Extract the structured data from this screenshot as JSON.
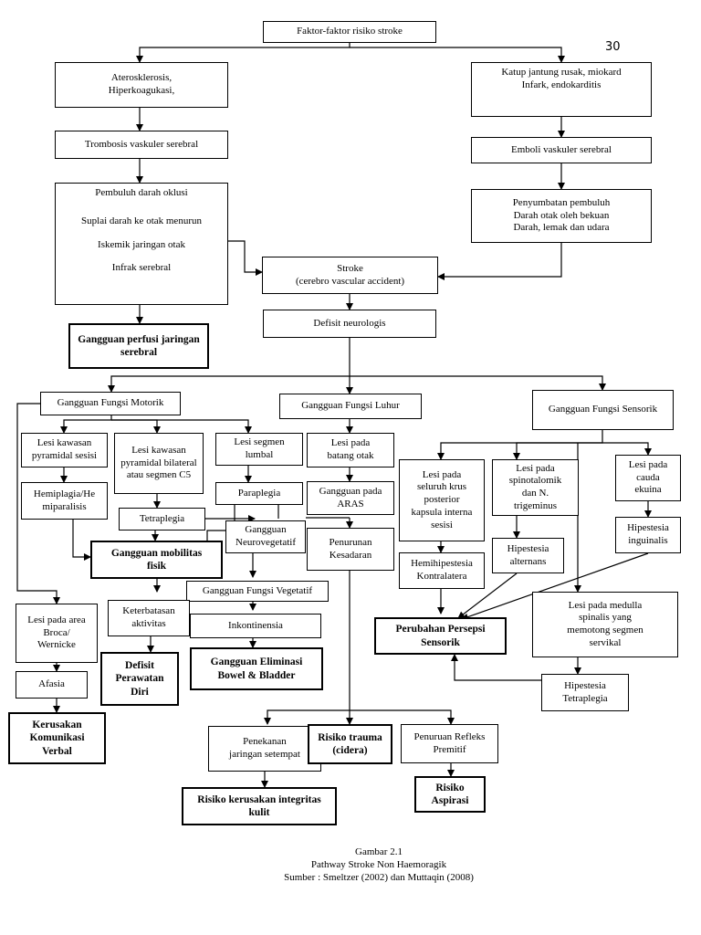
{
  "page_number": "30",
  "nodes": {
    "faktor": "Faktor-faktor risiko stroke",
    "ateros": "Aterosklerosis,\nHiperkoagukasi,",
    "katup": "Katup jantung rusak, miokard\nInfark, endokarditis",
    "trombosis": "Trombosis vaskuler serebral",
    "emboli": "Emboli vaskuler serebral",
    "pembuluh": "Pembuluh darah oklusi",
    "suplai": "Suplai darah ke otak menurun",
    "iskemik": "Iskemik jaringan otak",
    "infrak": "Infrak serebral",
    "penyumbatan": "Penyumbatan pembuluh\nDarah otak oleh bekuan\nDarah, lemak dan udara",
    "stroke": "Stroke\n(cerebro vascular accident)",
    "gangguan_perfusi": "Gangguan perfusi jaringan\nserebral",
    "defisit_neuro": "Defisit neurologis",
    "motorik": "Gangguan Fungsi Motorik",
    "luhur": "Gangguan Fungsi Luhur",
    "sensorik": "Gangguan Fungsi Sensorik",
    "lesi_pyramidal": "Lesi kawasan\npyramidal sesisi",
    "lesi_pyramidal_bi": "Lesi kawasan\npyramidal bilateral\natau segmen C5",
    "lesi_lumbal": "Lesi segmen\nlumbal",
    "lesi_batang": "Lesi pada\nbatang otak",
    "lesi_krus": "Lesi pada\nseluruh krus\nposterior\nkapsula interna\nsesisi",
    "lesi_spino": "Lesi pada\nspinotalomik\ndan N.\ntrigeminus",
    "lesi_cauda": "Lesi pada\ncauda\nekuina",
    "hemiplegia": "Hemiplagia/He\nmiparalisis",
    "paraplegia": "Paraplegia",
    "aras": "Gangguan pada\nARAS",
    "tetraplegia": "Tetraplegia",
    "neurovegetatif": "Gangguan\nNeurovegetatif",
    "penurunan_kesadaran": "Penurunan\nKesadaran",
    "hipestesia_alt": "Hipestesia\nalternans",
    "hipestesia_ing": "Hipestesia\ninguinalis",
    "gangguan_mobilitas": "Gangguan mobilitas\nfisik",
    "hemihipestesia": "Hemihipestesia\nKontralatera",
    "vegetatif": "Gangguan Fungsi Vegetatif",
    "lesi_broca": "Lesi pada area\nBroca/\nWernicke",
    "keterbatasan": "Keterbatasan\naktivitas",
    "inkontinensia": "Inkontinensia",
    "lesi_medulla": "Lesi pada medulla\nspinalis yang\nmemotong segmen\nservikal",
    "perubahan_persepsi": "Perubahan Persepsi\nSensorik",
    "defisit_perawatan": "Defisit\nPerawatan\nDiri",
    "gangguan_eliminasi": "Gangguan Eliminasi\nBowel & Bladder",
    "afasia": "Afasia",
    "hipestesia_tetra": "Hipestesia\nTetraplegia",
    "kerusakan_kom": "Kerusakan\nKomunikasi\nVerbal",
    "penekanan": "Penekanan\njaringan setempat",
    "risiko_trauma": "Risiko trauma\n(cidera)",
    "penurunan_refleks": "Penuruan Refleks\nPremitif",
    "risiko_integritas": "Risiko kerusakan integritas\nkulit",
    "risiko_aspirasi": "Risiko\nAspirasi"
  },
  "caption": {
    "line1": "Gambar 2.1",
    "line2": "Pathway Stroke Non Haemoragik",
    "line3": "Sumber : Smeltzer (2002) dan Muttaqin (2008)"
  }
}
